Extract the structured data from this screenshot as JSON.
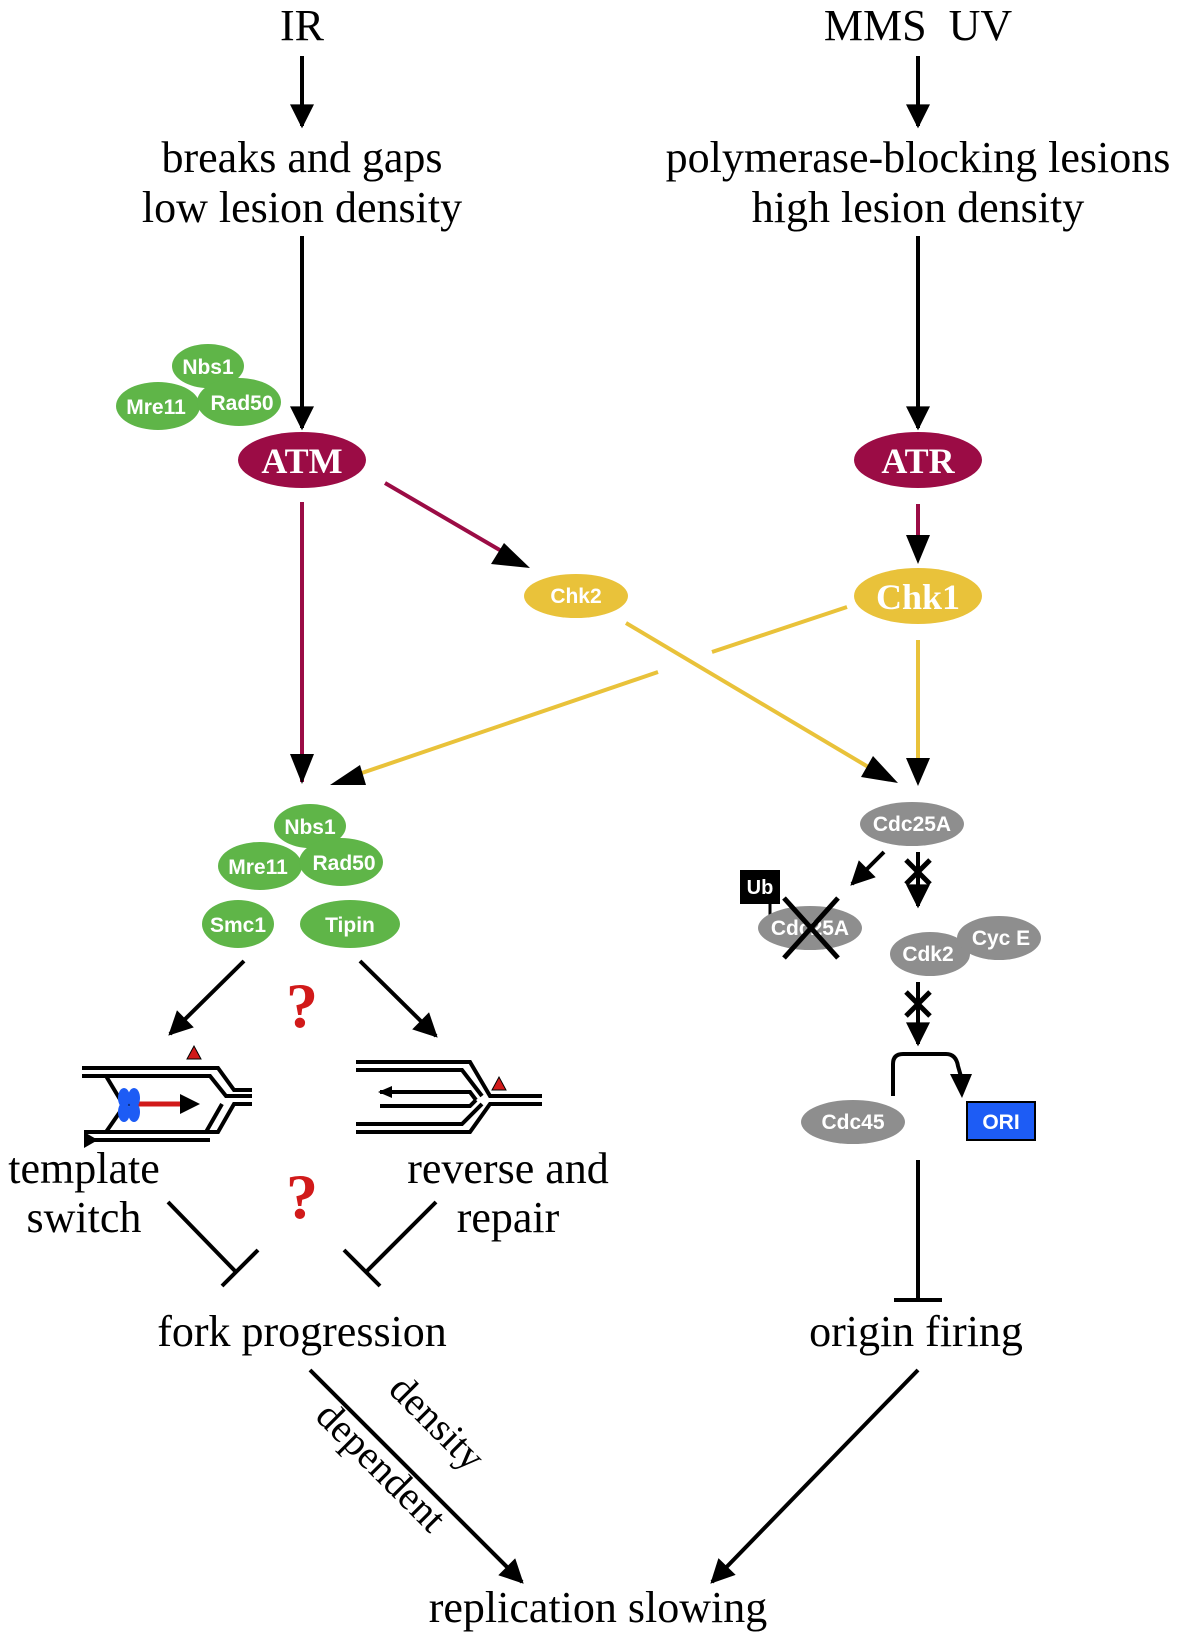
{
  "top": {
    "ir": "IR",
    "mms_uv": "MMS  UV",
    "left_lesion": [
      "breaks and gaps",
      "low lesion density"
    ],
    "right_lesion": [
      "polymerase-blocking lesions",
      "high lesion density"
    ]
  },
  "kinases": {
    "atm": "ATM",
    "atr": "ATR",
    "chk2": "Chk2",
    "chk1": "Chk1"
  },
  "mrn_top": {
    "nbs1": "Nbs1",
    "mre11": "Mre11",
    "rad50": "Rad50"
  },
  "mrn_bottom": {
    "nbs1": "Nbs1",
    "mre11": "Mre11",
    "rad50": "Rad50",
    "smc1": "Smc1",
    "tipin": "Tipin"
  },
  "question_marks": [
    "?",
    "?"
  ],
  "fork_labels": {
    "template_switch": [
      "template",
      "switch"
    ],
    "reverse_repair": [
      "reverse and",
      "repair"
    ]
  },
  "right_branch": {
    "cdc25a": "Cdc25A",
    "ub": "Ub",
    "cdc25a_degraded": "Cdc25A",
    "cdk2": "Cdk2",
    "cyc_e": "Cyc E",
    "cdc45": "Cdc45",
    "ori": "ORI"
  },
  "outcomes": {
    "fork_progression": "fork progression",
    "origin_firing": "origin firing",
    "density": "density",
    "dependent": "dependent",
    "replication_slowing": "replication slowing"
  },
  "colors": {
    "maroon": "#9b0c45",
    "gold": "#e9c23a",
    "green": "#5fb548",
    "gray": "#8e8e8e",
    "blue": "#1d5cf5",
    "red": "#d11a1a"
  }
}
